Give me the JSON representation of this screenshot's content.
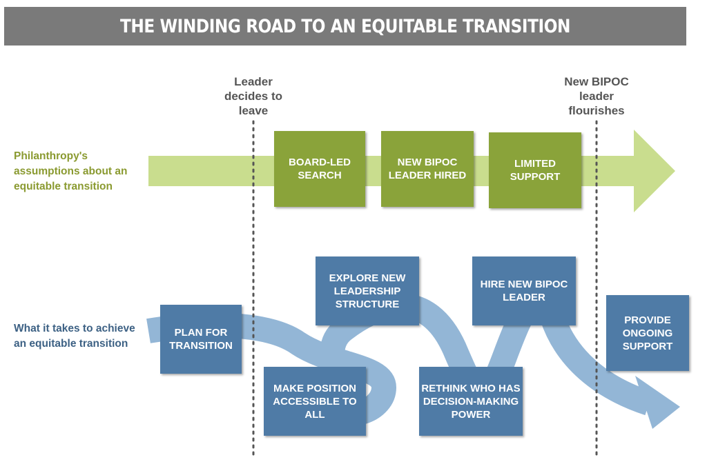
{
  "title": "THE WINDING ROAD TO AN EQUITABLE TRANSITION",
  "milestones": {
    "start": "Leader decides to leave",
    "end": "New BIPOC leader flourishes"
  },
  "rows": {
    "philanthropy_label": "Philanthropy's assumptions about an equitable transition",
    "equitable_label": "What it takes to achieve an equitable transition"
  },
  "assumed_steps": [
    "BOARD-LED SEARCH",
    "NEW BIPOC LEADER HIRED",
    "LIMITED SUPPORT"
  ],
  "actual_steps": [
    "PLAN FOR TRANSITION",
    "MAKE POSITION ACCESSIBLE TO ALL",
    "EXPLORE NEW LEADERSHIP STRUCTURE",
    "RETHINK WHO HAS DECISION-MAKING POWER",
    "HIRE NEW BIPOC LEADER",
    "PROVIDE ONGOING SUPPORT"
  ],
  "colors": {
    "banner": "#7a7a7a",
    "green_arrow": "#c9dd8e",
    "green_box": "#8aa33a",
    "blue_road": "#93b6d6",
    "blue_box": "#4f7ba6",
    "green_text": "#8a9a30",
    "blue_text": "#3d6184"
  }
}
